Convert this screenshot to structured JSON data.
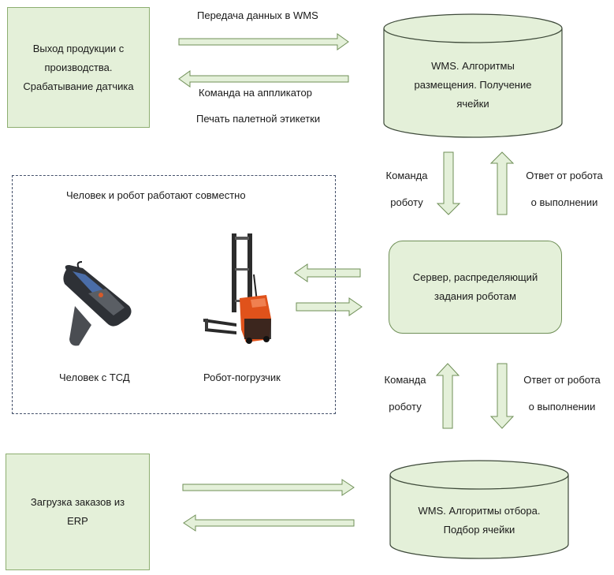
{
  "production_box": {
    "line1": "Выход продукции с",
    "line2": "производства.",
    "line3": "Срабатывание датчика"
  },
  "wms_top": {
    "line1": "WMS. Алгоритмы",
    "line2": "размещения. Получение",
    "line3": "ячейки"
  },
  "arrow_labels": {
    "send_wms": "Передача данных в WMS",
    "cmd_applicator": "Команда на аппликатор",
    "print_label": "Печать палетной этикетки",
    "cmd_robot_top_1": "Команда",
    "cmd_robot_top_2": "роботу",
    "resp_robot_top_1": "Ответ от робота",
    "resp_robot_top_2": "о выполнении",
    "cmd_robot_bottom_1": "Команда",
    "cmd_robot_bottom_2": "роботу",
    "resp_robot_bottom_1": "Ответ от робота",
    "resp_robot_bottom_2": "о выполнении"
  },
  "collab": {
    "title": "Человек и робот работают совместно",
    "human_label": "Человек с ТСД",
    "robot_label": "Робот-погрузчик"
  },
  "server": {
    "line1": "Сервер, распределяющий",
    "line2": "задания роботам"
  },
  "erp_box": {
    "line1": "Загрузка заказов из",
    "line2": "ERP"
  },
  "wms_bottom": {
    "line1": "WMS. Алгоритмы отбора.",
    "line2": "Подбор ячейки"
  },
  "colors": {
    "fill": "#e4f0d9",
    "stroke": "#6f8f57",
    "robot_orange": "#e0521b"
  },
  "icons": [
    "tsd-scanner-icon",
    "forklift-robot-icon"
  ]
}
